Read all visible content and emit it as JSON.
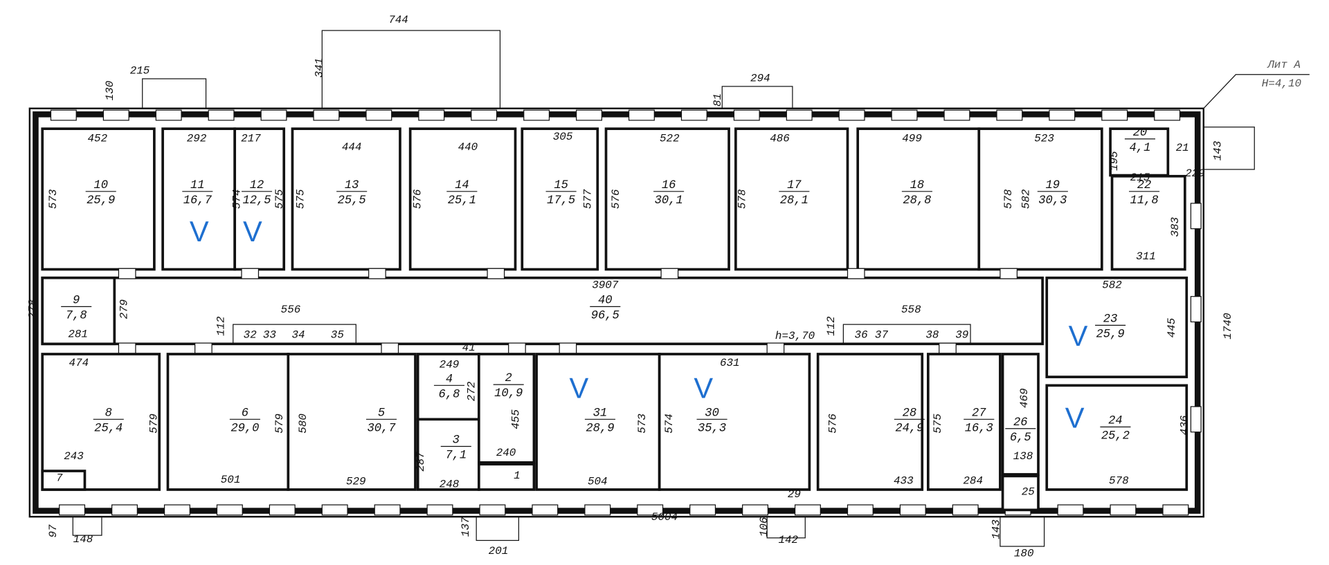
{
  "plan": {
    "rooms": [
      {
        "num": "10",
        "area": "25,9"
      },
      {
        "num": "11",
        "area": "16,7"
      },
      {
        "num": "12",
        "area": "12,5"
      },
      {
        "num": "13",
        "area": "25,5"
      },
      {
        "num": "14",
        "area": "25,1"
      },
      {
        "num": "15",
        "area": "17,5"
      },
      {
        "num": "16",
        "area": "30,1"
      },
      {
        "num": "17",
        "area": "28,1"
      },
      {
        "num": "18",
        "area": "28,8"
      },
      {
        "num": "19",
        "area": "30,3"
      },
      {
        "num": "20",
        "area": "4,1"
      },
      {
        "num": "22",
        "area": "11,8"
      },
      {
        "num": "9",
        "area": "7,8"
      },
      {
        "num": "40",
        "area": "96,5"
      },
      {
        "num": "8",
        "area": "25,4"
      },
      {
        "num": "6",
        "area": "29,0"
      },
      {
        "num": "5",
        "area": "30,7"
      },
      {
        "num": "4",
        "area": "6,8"
      },
      {
        "num": "3",
        "area": "7,1"
      },
      {
        "num": "2",
        "area": "10,9"
      },
      {
        "num": "31",
        "area": "28,9"
      },
      {
        "num": "30",
        "area": "35,3"
      },
      {
        "num": "28",
        "area": "24,9"
      },
      {
        "num": "27",
        "area": "16,3"
      },
      {
        "num": "26",
        "area": "6,5"
      },
      {
        "num": "23",
        "area": "25,9"
      },
      {
        "num": "24",
        "area": "25,2"
      }
    ],
    "fixtures": [
      "32",
      "33",
      "34",
      "35",
      "36",
      "37",
      "38",
      "39"
    ],
    "dims": [
      "744",
      "341",
      "215",
      "130",
      "294",
      "81",
      "Лит А",
      "H=4,10",
      "143",
      "229",
      "452",
      "573",
      "292",
      "217",
      "574",
      "575",
      "575",
      "444",
      "576",
      "440",
      "305",
      "577",
      "576",
      "522",
      "578",
      "486",
      "499",
      "578",
      "582",
      "523",
      "195",
      "215",
      "21",
      "383",
      "311",
      "3907",
      "278",
      "279",
      "281",
      "556",
      "112",
      "558",
      "112",
      "h=3,70",
      "582",
      "445",
      "1740",
      "41",
      "474",
      "579",
      "243",
      "501",
      "579",
      "580",
      "529",
      "249",
      "272",
      "287",
      "248",
      "455",
      "240",
      "504",
      "573",
      "574",
      "631",
      "576",
      "433",
      "575",
      "284",
      "469",
      "138",
      "25",
      "29",
      "436",
      "578",
      "97",
      "148",
      "137",
      "201",
      "5004",
      "106",
      "142",
      "143",
      "180",
      "7",
      "1"
    ],
    "mark": "V",
    "colors": {
      "wall": "#111111",
      "mark": "#1e6fd0"
    }
  }
}
